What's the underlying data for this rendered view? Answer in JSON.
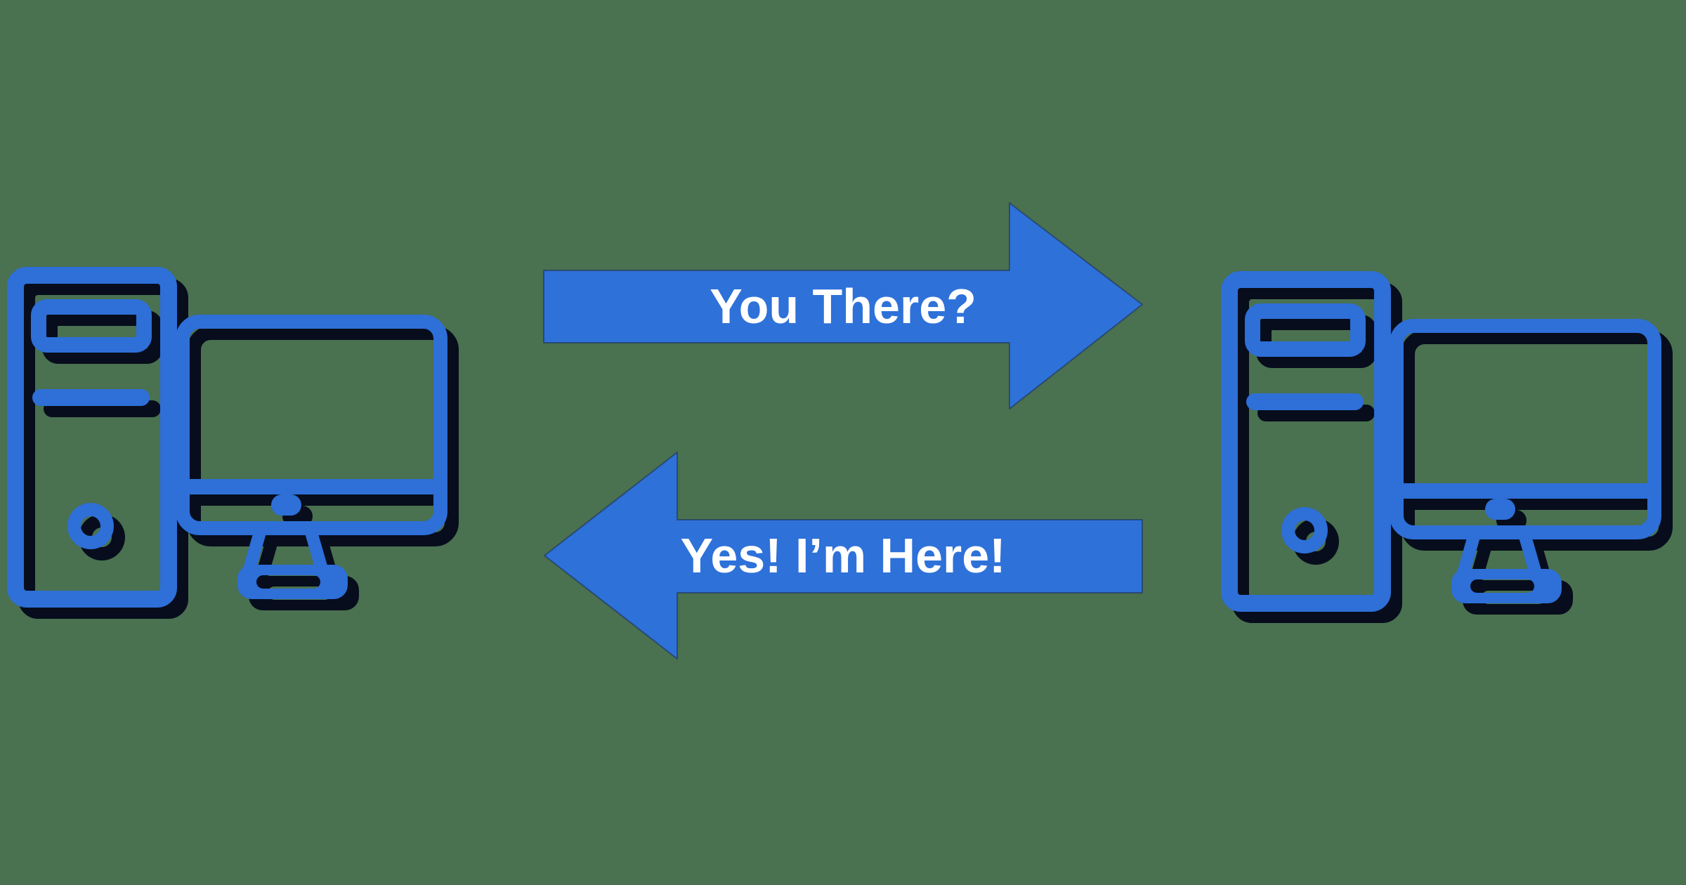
{
  "colors": {
    "background": "#4a7150",
    "icon_blue": "#2e6fd8",
    "arrow_blue": "#2e71d9",
    "arrow_edge": "#1a2c55",
    "shadow": "#070d1c",
    "label_text": "#ffffff"
  },
  "icons": {
    "left_computer": "desktop-computer-icon",
    "right_computer": "desktop-computer-icon"
  },
  "messages": {
    "request": {
      "label": "You There?",
      "direction": "right"
    },
    "reply": {
      "label": "Yes! I’m Here!",
      "direction": "left"
    }
  }
}
